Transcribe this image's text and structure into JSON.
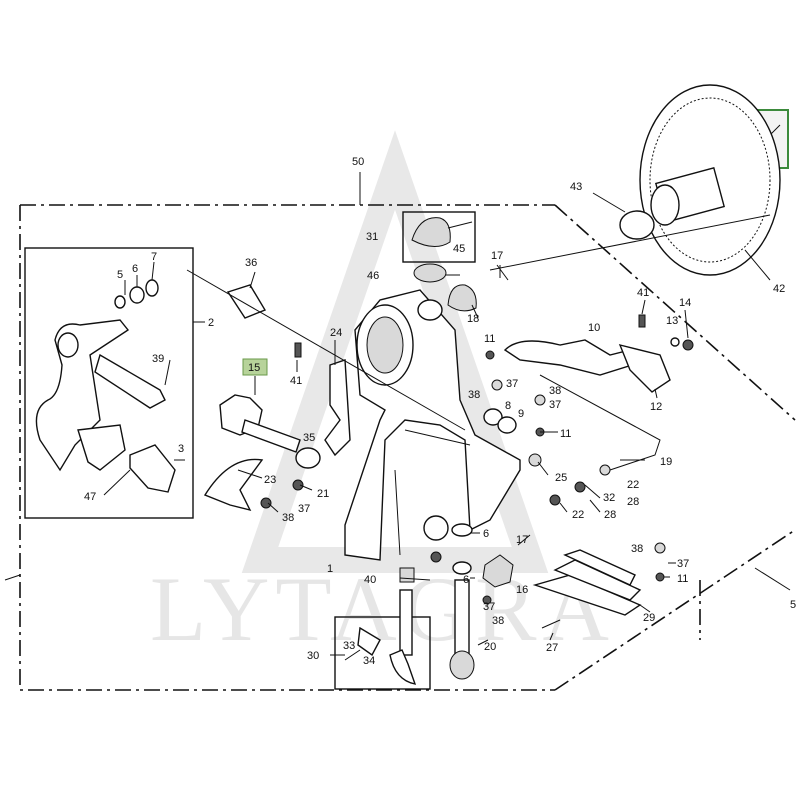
{
  "watermark": {
    "text": "LYTAGRA"
  },
  "highlight_color": "#b7d39a",
  "callouts": [
    {
      "id": "c1",
      "text": "1"
    },
    {
      "id": "c2",
      "text": "2"
    },
    {
      "id": "c3",
      "text": "3"
    },
    {
      "id": "c5a",
      "text": "5"
    },
    {
      "id": "c5b",
      "text": "5"
    },
    {
      "id": "c6a",
      "text": "6"
    },
    {
      "id": "c6b",
      "text": "6"
    },
    {
      "id": "c6c",
      "text": "6"
    },
    {
      "id": "c7",
      "text": "7"
    },
    {
      "id": "c8",
      "text": "8"
    },
    {
      "id": "c9",
      "text": "9"
    },
    {
      "id": "c10",
      "text": "10"
    },
    {
      "id": "c11a",
      "text": "11"
    },
    {
      "id": "c11b",
      "text": "11"
    },
    {
      "id": "c11c",
      "text": "11"
    },
    {
      "id": "c12",
      "text": "12"
    },
    {
      "id": "c13",
      "text": "13"
    },
    {
      "id": "c14",
      "text": "14"
    },
    {
      "id": "c15",
      "text": "15"
    },
    {
      "id": "c16",
      "text": "16"
    },
    {
      "id": "c17a",
      "text": "17"
    },
    {
      "id": "c17b",
      "text": "17"
    },
    {
      "id": "c18",
      "text": "18"
    },
    {
      "id": "c19",
      "text": "19"
    },
    {
      "id": "c20",
      "text": "20"
    },
    {
      "id": "c21",
      "text": "21"
    },
    {
      "id": "c22a",
      "text": "22"
    },
    {
      "id": "c22b",
      "text": "22"
    },
    {
      "id": "c23",
      "text": "23"
    },
    {
      "id": "c24",
      "text": "24"
    },
    {
      "id": "c25",
      "text": "25"
    },
    {
      "id": "c27",
      "text": "27"
    },
    {
      "id": "c28a",
      "text": "28"
    },
    {
      "id": "c28b",
      "text": "28"
    },
    {
      "id": "c29",
      "text": "29"
    },
    {
      "id": "c30",
      "text": "30"
    },
    {
      "id": "c31",
      "text": "31"
    },
    {
      "id": "c32",
      "text": "32"
    },
    {
      "id": "c33",
      "text": "33"
    },
    {
      "id": "c34",
      "text": "34"
    },
    {
      "id": "c35",
      "text": "35"
    },
    {
      "id": "c36",
      "text": "36"
    },
    {
      "id": "c37a",
      "text": "37"
    },
    {
      "id": "c37b",
      "text": "37"
    },
    {
      "id": "c37c",
      "text": "37"
    },
    {
      "id": "c37d",
      "text": "37"
    },
    {
      "id": "c37e",
      "text": "37"
    },
    {
      "id": "c38a",
      "text": "38"
    },
    {
      "id": "c38b",
      "text": "38"
    },
    {
      "id": "c38c",
      "text": "38"
    },
    {
      "id": "c38d",
      "text": "38"
    },
    {
      "id": "c38e",
      "text": "38"
    },
    {
      "id": "c39",
      "text": "39"
    },
    {
      "id": "c40",
      "text": "40"
    },
    {
      "id": "c41a",
      "text": "41"
    },
    {
      "id": "c41b",
      "text": "41"
    },
    {
      "id": "c42",
      "text": "42"
    },
    {
      "id": "c43",
      "text": "43"
    },
    {
      "id": "c45",
      "text": "45"
    },
    {
      "id": "c46",
      "text": "46"
    },
    {
      "id": "c47",
      "text": "47"
    },
    {
      "id": "c50",
      "text": "50"
    }
  ]
}
